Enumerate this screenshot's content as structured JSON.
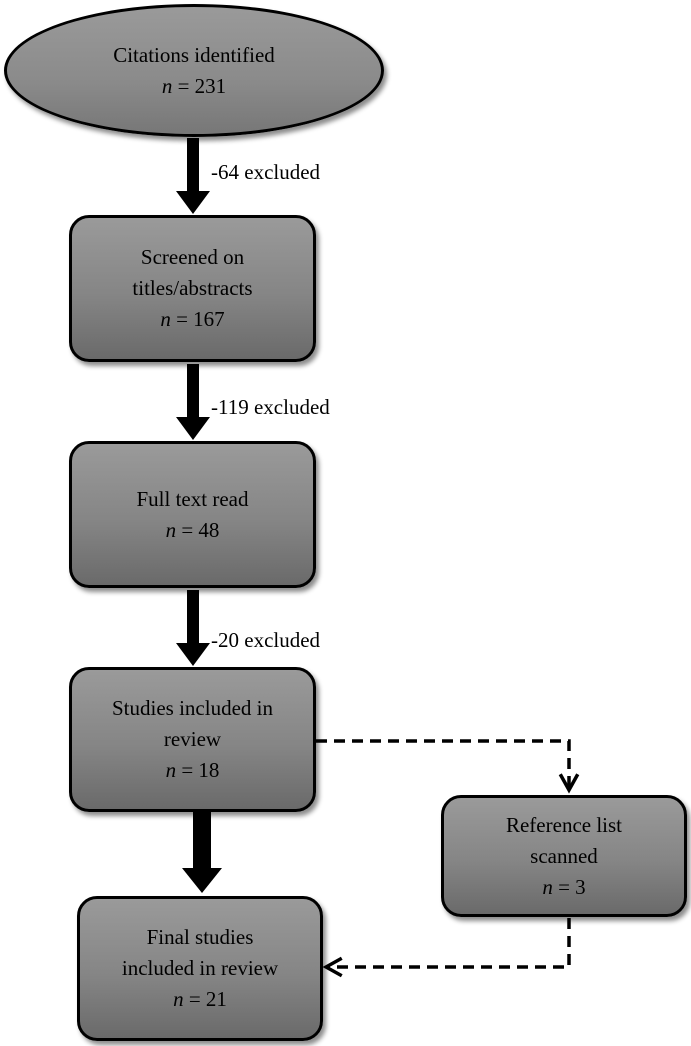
{
  "nodes": {
    "citations": {
      "lines": [
        "Citations identified"
      ],
      "n": "231"
    },
    "screened": {
      "lines": [
        "Screened on",
        "titles/abstracts"
      ],
      "n": "167"
    },
    "fulltext": {
      "lines": [
        "Full text read"
      ],
      "n": "48"
    },
    "included": {
      "lines": [
        "Studies included in",
        "review"
      ],
      "n": "18"
    },
    "reference": {
      "lines": [
        "Reference list",
        "scanned"
      ],
      "n": "3"
    },
    "final": {
      "lines": [
        "Final studies",
        "included in review"
      ],
      "n": "21"
    }
  },
  "n_symbol": "n",
  "n_equals": " = ",
  "exclusions": {
    "step1": "-64 excluded",
    "step2": "-119 excluded",
    "step3": "-20 excluded"
  },
  "colors": {
    "box_fill": "#8a8a8a",
    "border": "#000000",
    "arrow": "#000000"
  }
}
